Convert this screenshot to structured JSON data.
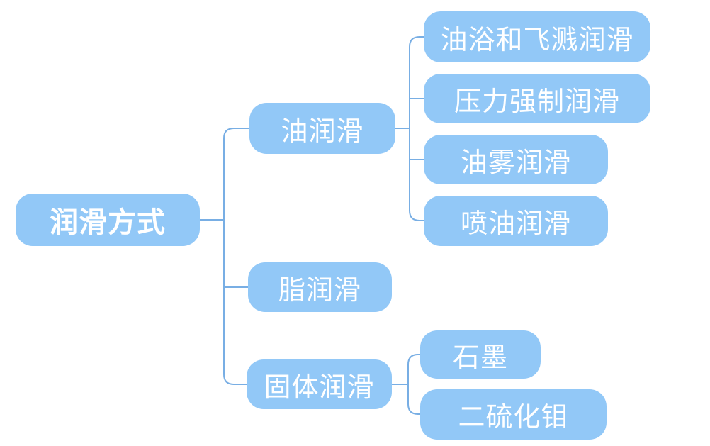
{
  "diagram": {
    "type": "mindmap-tree",
    "root": {
      "label": "润滑方式",
      "children": [
        {
          "label": "油润滑",
          "children": [
            {
              "label": "油浴和飞溅润滑"
            },
            {
              "label": "压力强制润滑"
            },
            {
              "label": "油雾润滑"
            },
            {
              "label": "喷油润滑"
            }
          ]
        },
        {
          "label": "脂润滑",
          "children": []
        },
        {
          "label": "固体润滑",
          "children": [
            {
              "label": "石墨"
            },
            {
              "label": "二硫化钼"
            }
          ]
        }
      ]
    },
    "colors": {
      "node_fill": "#92C8F7",
      "node_text": "#FFFFFF",
      "connector": "#78AEE4",
      "background": "#FFFFFF"
    }
  }
}
